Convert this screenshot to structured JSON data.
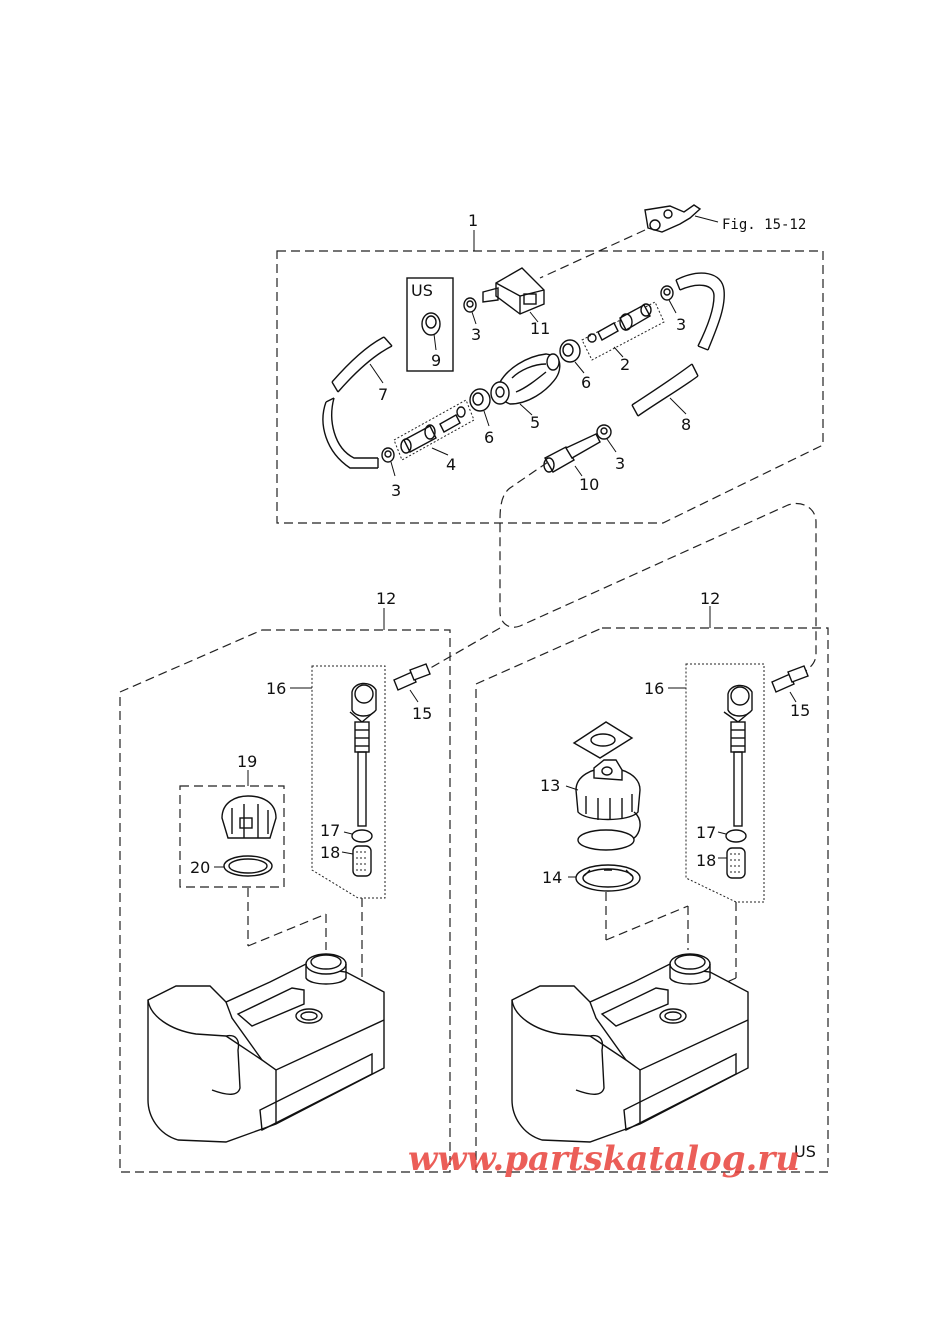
{
  "reference": {
    "label": "Fig. 15-12"
  },
  "watermark": {
    "text": "www.partskatalog.ru"
  },
  "variants": {
    "box_us": "US",
    "tank_us": "US"
  },
  "callouts": {
    "c1": "1",
    "c2": "2",
    "c3a": "3",
    "c3b": "3",
    "c3c": "3",
    "c3d": "3",
    "c4": "4",
    "c5": "5",
    "c6a": "6",
    "c6b": "6",
    "c7": "7",
    "c8": "8",
    "c9": "9",
    "c10": "10",
    "c11": "11",
    "c12a": "12",
    "c12b": "12",
    "c13": "13",
    "c14": "14",
    "c15a": "15",
    "c15b": "15",
    "c16a": "16",
    "c16b": "16",
    "c17a": "17",
    "c17b": "17",
    "c18a": "18",
    "c18b": "18",
    "c19": "19",
    "c20": "20"
  },
  "colors": {
    "line": "#111111",
    "watermark": "#e8423b"
  }
}
